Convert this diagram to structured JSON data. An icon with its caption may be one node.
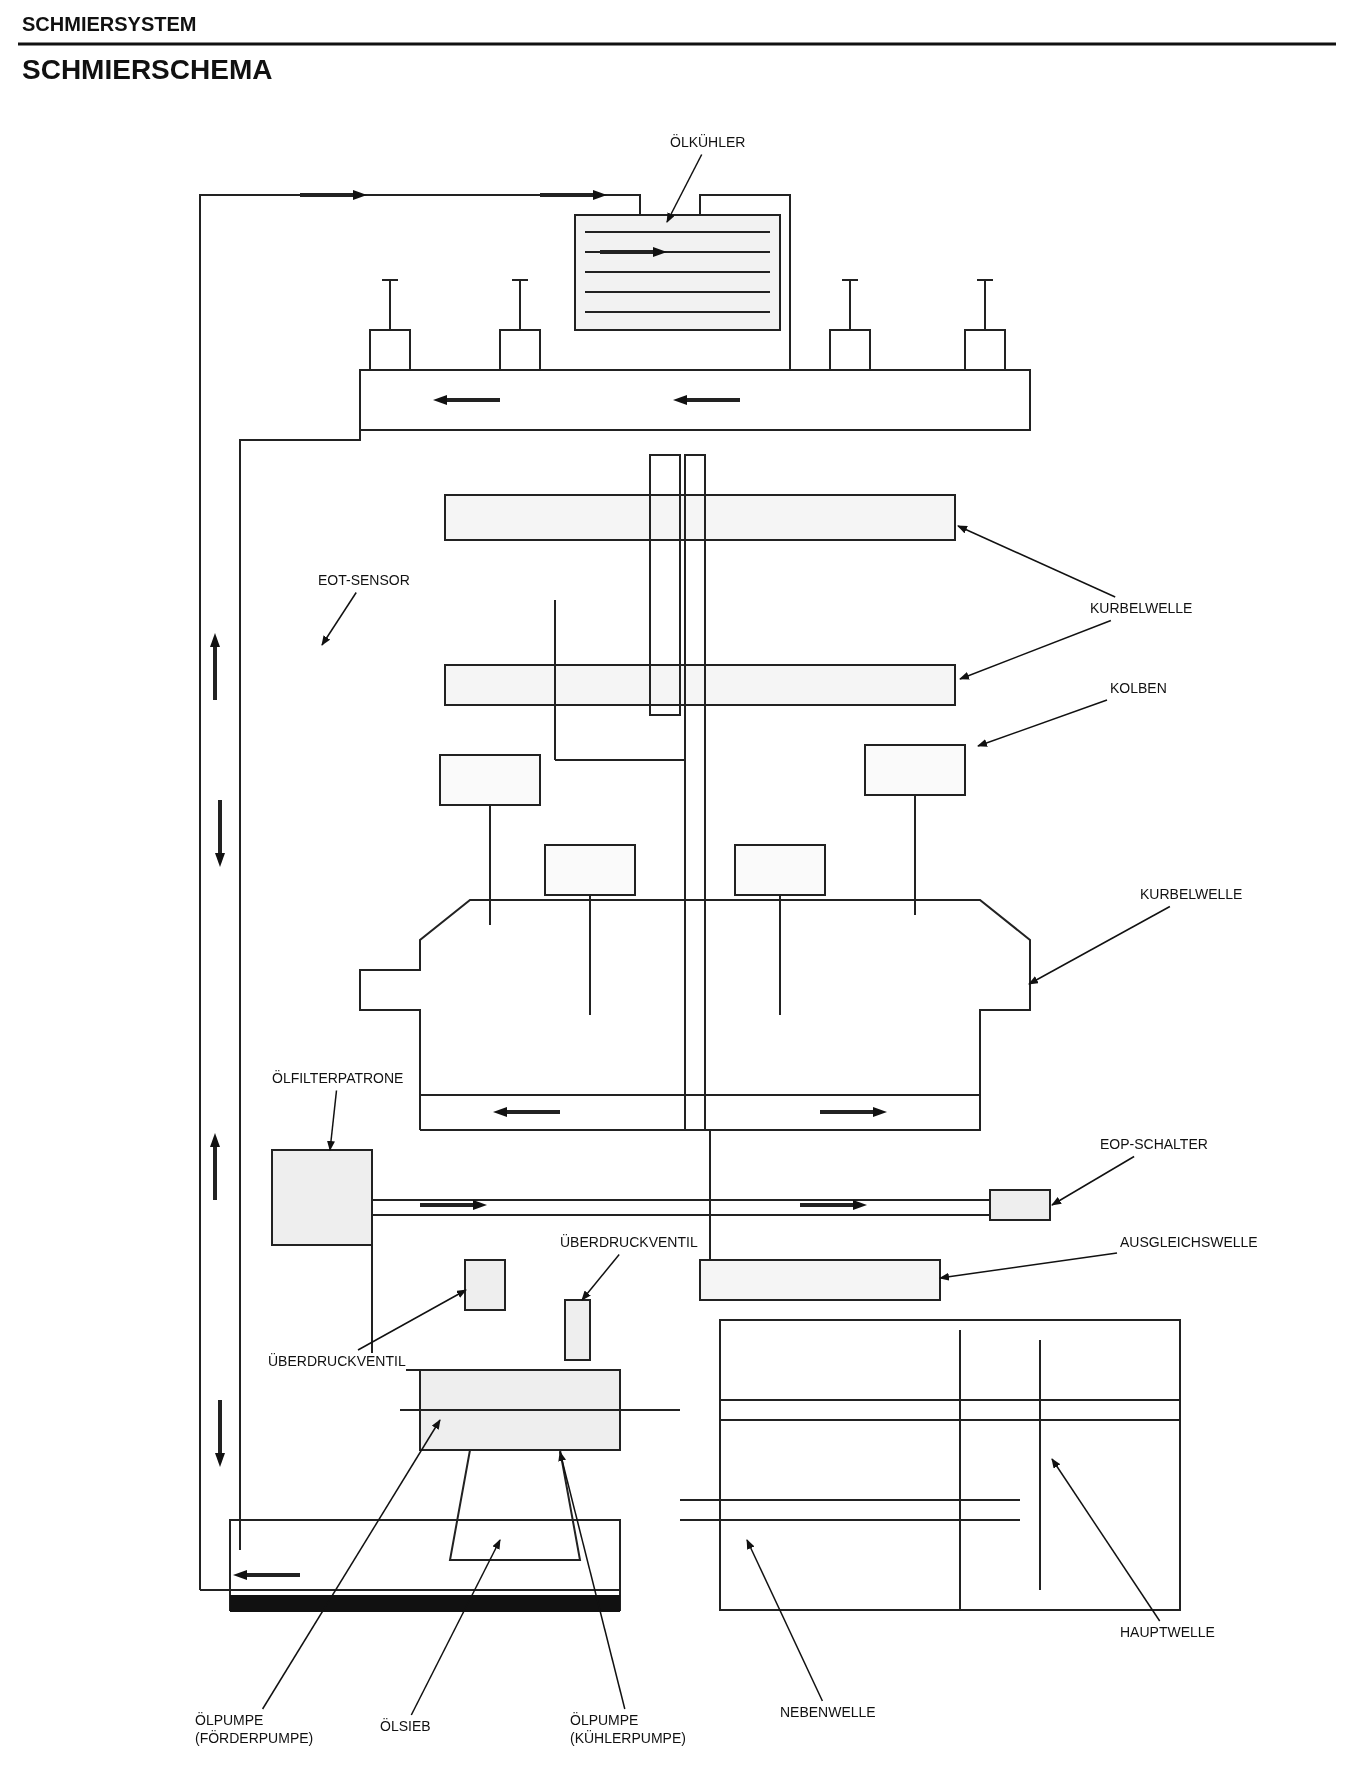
{
  "diagram": {
    "title": "SCHMIERSCHEMA",
    "nodes": [
      {
        "text": [
          "ÖLKÜHLER"
        ]
      },
      {
        "text": [
          "EOT-SENSOR"
        ]
      },
      {
        "text": [
          "KURBELWELLE"
        ]
      },
      {
        "text": [
          "KOLBEN"
        ]
      },
      {
        "text": [
          "KURBELWELLE"
        ]
      },
      {
        "text": [
          "ÖLFILTERPATRONE"
        ]
      },
      {
        "text": [
          "EOP-SCHALTER"
        ]
      },
      {
        "text": [
          "ÜBERDRUCKVENTIL"
        ]
      },
      {
        "text": [
          "AUSGLEICHSWELLE"
        ]
      },
      {
        "text": [
          "ÜBERDRUCKVENTIL"
        ]
      },
      {
        "text": [
          "HAUPTWELLE"
        ]
      },
      {
        "text": [
          "ÖLPUMPE (FÖRDERPUMPE)"
        ]
      },
      {
        "text": [
          "ÖLSIEB"
        ]
      },
      {
        "text": [
          "ÖLPUMPE (KÜHLERPUMPE)"
        ]
      },
      {
        "text": [
          "NEBENWELLE"
        ]
      }
    ],
    "edges": [
      {
        "from": 0,
        "to": null,
        "arrow": "to"
      },
      {
        "from": 1,
        "to": null,
        "arrow": "to"
      },
      {
        "from": 2,
        "to": null,
        "arrow": "to"
      },
      {
        "from": 2,
        "to": null,
        "arrow": "to"
      },
      {
        "from": 3,
        "to": null,
        "arrow": "to"
      },
      {
        "from": 4,
        "to": null,
        "arrow": "to"
      },
      {
        "from": 5,
        "to": null,
        "arrow": "to"
      },
      {
        "from": 6,
        "to": null,
        "arrow": "to"
      },
      {
        "from": 7,
        "to": null,
        "arrow": "to"
      },
      {
        "from": 8,
        "to": null,
        "arrow": "to"
      },
      {
        "from": 9,
        "to": null,
        "arrow": "to"
      },
      {
        "from": 10,
        "to": null,
        "arrow": "to"
      },
      {
        "from": 11,
        "to": null,
        "arrow": "to"
      },
      {
        "from": 12,
        "to": null,
        "arrow": "to"
      },
      {
        "from": 13,
        "to": null,
        "arrow": "to"
      },
      {
        "from": 14,
        "to": null,
        "arrow": "to"
      }
    ],
    "labels": [
      "SCHMIERSYSTEM"
    ]
  }
}
